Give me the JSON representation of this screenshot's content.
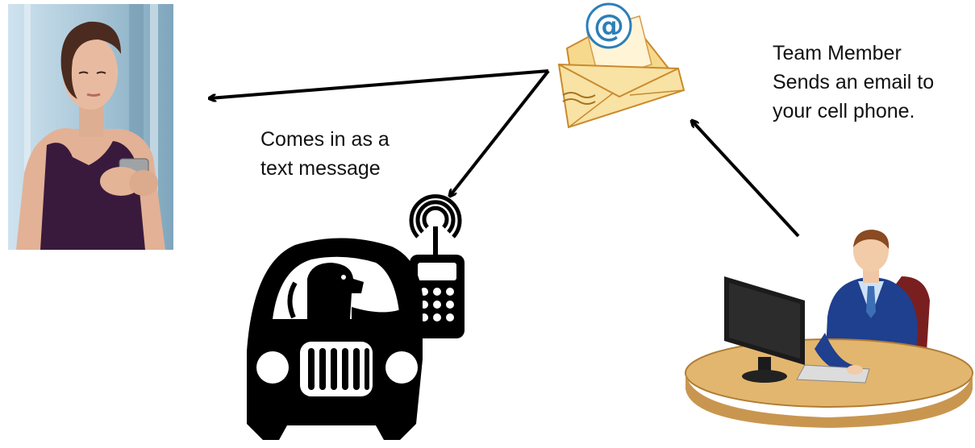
{
  "labels": {
    "sender_note": [
      "Team Member",
      "Sends an email to",
      "your cell phone."
    ],
    "receive_note": [
      "Comes in as a",
      "text message"
    ]
  },
  "icons": {
    "email": "envelope-at-icon",
    "car": "car-driver-phone-icon",
    "worker": "office-worker-desk-icon",
    "woman": "woman-texting-photo"
  },
  "colors": {
    "envelope": "#F6D98C",
    "envelope_edge": "#C98A2C",
    "at_sign": "#2C7FB8",
    "suit": "#1F3F8F",
    "desk": "#E3B66F",
    "arrow": "#000000"
  }
}
